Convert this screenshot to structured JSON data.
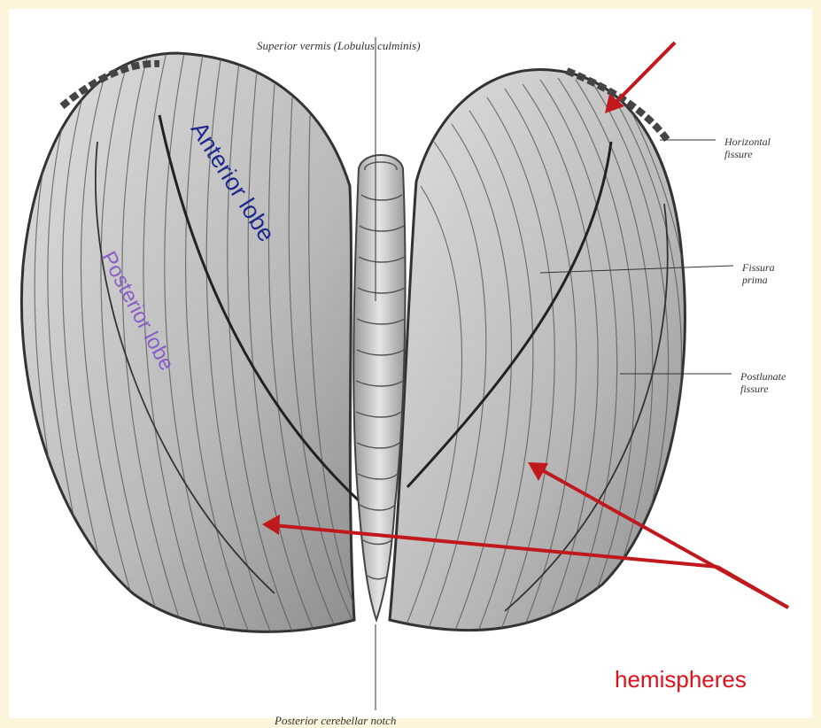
{
  "diagram": {
    "top_label": "Superior vermis (Lobulus culminis)",
    "bottom_label": "Posterior cerebellar notch",
    "side_labels": {
      "horizontal_fissure": [
        "Horizontal",
        "fissure"
      ],
      "fissura_prima": [
        "Fissura",
        "prima"
      ],
      "postlunate_fissure": [
        "Postlunate",
        "fissure"
      ]
    },
    "lobe_labels": {
      "anterior": "Anterior lobe",
      "posterior": "Posterior lobe"
    },
    "annotation": "hemispheres",
    "colors": {
      "background": "#fdf4dc",
      "anterior_label": "#1f2a8c",
      "posterior_label": "#8a5ec8",
      "arrow": "#c0181c",
      "annotation": "#e0101a"
    }
  }
}
